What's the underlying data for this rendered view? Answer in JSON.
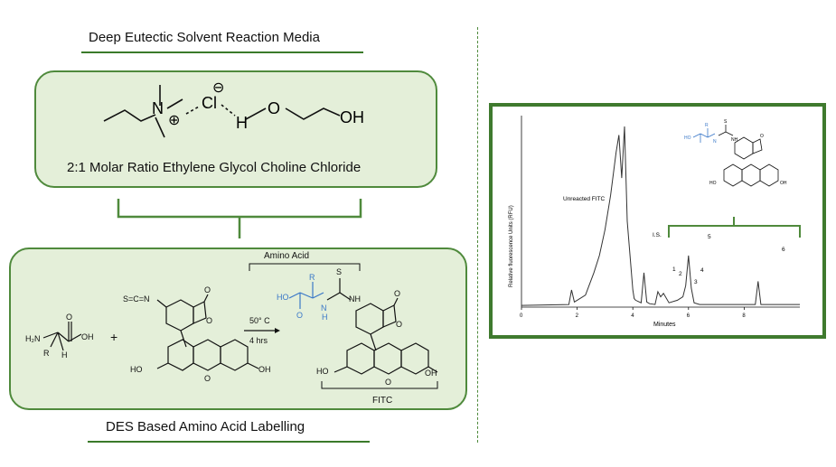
{
  "left": {
    "top_title": "Deep Eutectic Solvent Reaction Media",
    "top_caption": "2:1 Molar Ratio Ethylene Glycol Choline Chloride",
    "bottom_title": "DES Based Amino Acid Labelling",
    "molecule_labels": {
      "n_label": "N",
      "plus_label": "⊕",
      "cl_label": "Cl",
      "minus_label": "⊖",
      "h_label": "H",
      "o_label": "O",
      "oh_label": "OH"
    },
    "reaction": {
      "amino_acid_bracket_label": "Amino Acid",
      "h2n_label": "H₂N",
      "oh_label": "OH",
      "r_label": "R",
      "h_label": "H",
      "o_label": "O",
      "plus_sign": "+",
      "isothiocyanate_label": "S=C=N",
      "conditions_temp": "50° C",
      "conditions_time": "4 hrs",
      "product_ho": "HO",
      "product_r": "R",
      "product_nh": "NH",
      "product_n": "N",
      "product_h": "H",
      "product_s": "S",
      "fitc_bracket_label": "FITC",
      "xanthene_ho": "HO",
      "xanthene_oh": "OH",
      "xanthene_o": "O"
    }
  },
  "chart_annotations": {
    "unreacted_label": "Unreacted FITC",
    "is_label": "I.S.",
    "peak_labels": [
      "1",
      "2",
      "3",
      "4",
      "5",
      "6"
    ],
    "inset_ho": "HO",
    "inset_oh": "OH",
    "inset_s": "S",
    "inset_r": "R",
    "inset_nh": "NH",
    "inset_n": "N",
    "inset_o": "O"
  },
  "chart_data": {
    "type": "line",
    "xlabel": "Minutes",
    "ylabel": "Relative fluorescence Units (RFU)",
    "xlim": [
      0,
      10
    ],
    "xticks": [
      "0",
      "2",
      "4",
      "6",
      "8"
    ],
    "grid": false,
    "series": [
      {
        "x": [
          0,
          1.7,
          1.8,
          1.9,
          2.0,
          2.3,
          2.6,
          2.8,
          3.0,
          3.2,
          3.4,
          3.5,
          3.6,
          3.7,
          3.8,
          3.9,
          4.0,
          4.05,
          4.1,
          4.3,
          4.4,
          4.5,
          4.6,
          4.8,
          4.9,
          5.0,
          5.1,
          5.3,
          5.6,
          5.8,
          5.9,
          6.0,
          6.1,
          6.2,
          6.4,
          7.0,
          8.4,
          8.5,
          8.6,
          9.0,
          10
        ],
        "y": [
          2,
          3,
          20,
          6,
          8,
          14,
          40,
          60,
          90,
          130,
          180,
          200,
          150,
          210,
          100,
          60,
          20,
          10,
          8,
          5,
          40,
          6,
          4,
          3,
          18,
          12,
          16,
          5,
          8,
          12,
          25,
          60,
          22,
          5,
          3,
          3,
          3,
          30,
          3,
          3,
          3
        ]
      }
    ]
  }
}
